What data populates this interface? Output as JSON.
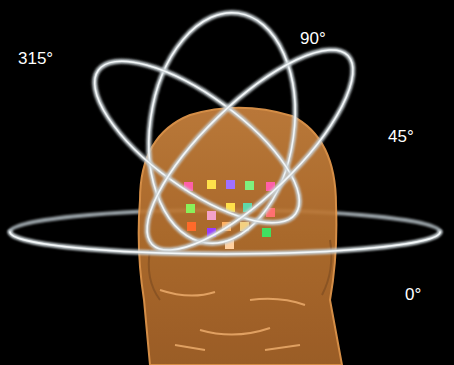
{
  "diagram": {
    "labels": [
      "315°",
      "90°",
      "45°",
      "0°"
    ]
  }
}
